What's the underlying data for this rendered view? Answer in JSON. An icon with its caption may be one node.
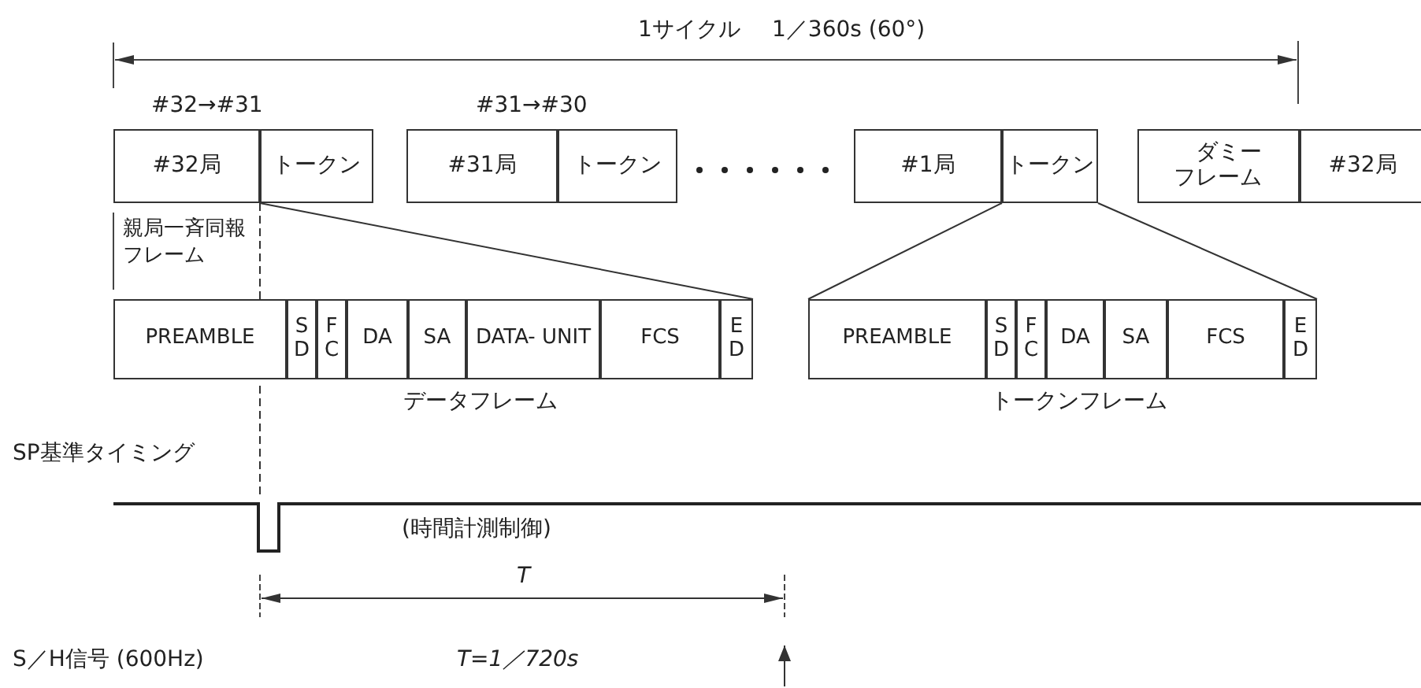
{
  "diagram": {
    "nodes": [
      {
        "text": [
          "#32局"
        ]
      },
      {
        "text": [
          "トークン"
        ]
      },
      {
        "text": [
          "#31局"
        ]
      },
      {
        "text": [
          "トークン"
        ]
      },
      {
        "text": [
          "#1局"
        ]
      },
      {
        "text": [
          "トークン"
        ]
      },
      {
        "text": [
          "ダミーフレーム"
        ]
      },
      {
        "text": [
          "#32局"
        ]
      },
      {
        "text": [
          "PREAMBLE"
        ]
      },
      {
        "text": [
          "S D"
        ]
      },
      {
        "text": [
          "F C"
        ]
      },
      {
        "text": [
          "DA"
        ]
      },
      {
        "text": [
          "SA"
        ]
      },
      {
        "text": [
          "DATA- UNIT"
        ]
      },
      {
        "text": [
          "FCS"
        ]
      },
      {
        "text": [
          "E D"
        ]
      },
      {
        "text": [
          "PREAMBLE"
        ]
      },
      {
        "text": [
          "S D"
        ]
      },
      {
        "text": [
          "F C"
        ]
      },
      {
        "text": [
          "DA"
        ]
      },
      {
        "text": [
          "SA"
        ]
      },
      {
        "text": [
          "FCS"
        ]
      },
      {
        "text": [
          "E D"
        ]
      }
    ],
    "edges": [
      {
        "from": 1,
        "to": 15,
        "arrow": "none"
      },
      {
        "from": 5,
        "to": 16,
        "arrow": "none"
      },
      {
        "from": 5,
        "to": 22,
        "arrow": "none"
      },
      {
        "from": 1,
        "to": 8,
        "arrow": "none",
        "style": "dashed"
      }
    ],
    "labels": [
      "1サイクル",
      "1／360s (60°)",
      "#32→#31",
      "#31→#30",
      "親局一斉同報フレーム",
      "データフレーム",
      "トークンフレーム",
      "SP基準タイミング",
      "(時間計測制御)",
      "T",
      "S／H信号 (600Hz)",
      "T=1／720s"
    ]
  }
}
